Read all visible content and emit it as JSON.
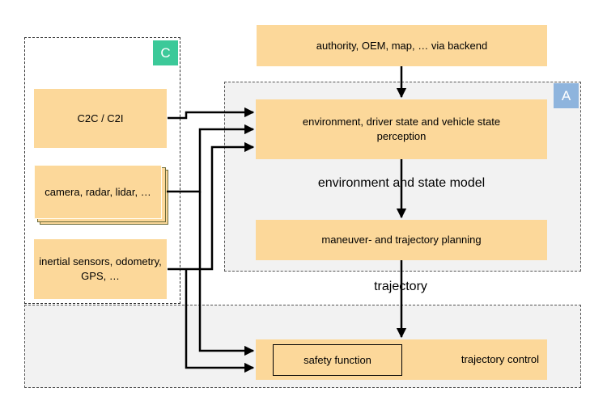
{
  "regions": {
    "c_label": "C",
    "a_label": "A"
  },
  "boxes": {
    "backend": "authority, OEM, map, … via backend",
    "perception": "environment, driver state and vehicle state perception",
    "planning": "maneuver- and trajectory planning",
    "control": "trajectory control",
    "safety": "safety function",
    "c2c": "C2C / C2I",
    "camera": "camera, radar, lidar, …",
    "inertial": "inertial sensors, odometry, GPS, …"
  },
  "labels": {
    "model": "environment and state model",
    "trajectory": "trajectory"
  },
  "colors": {
    "box_fill": "#fcd89a",
    "region_fill": "#f2f2f2",
    "tag_c": "#3cc999",
    "tag_a": "#8eb4dd"
  }
}
